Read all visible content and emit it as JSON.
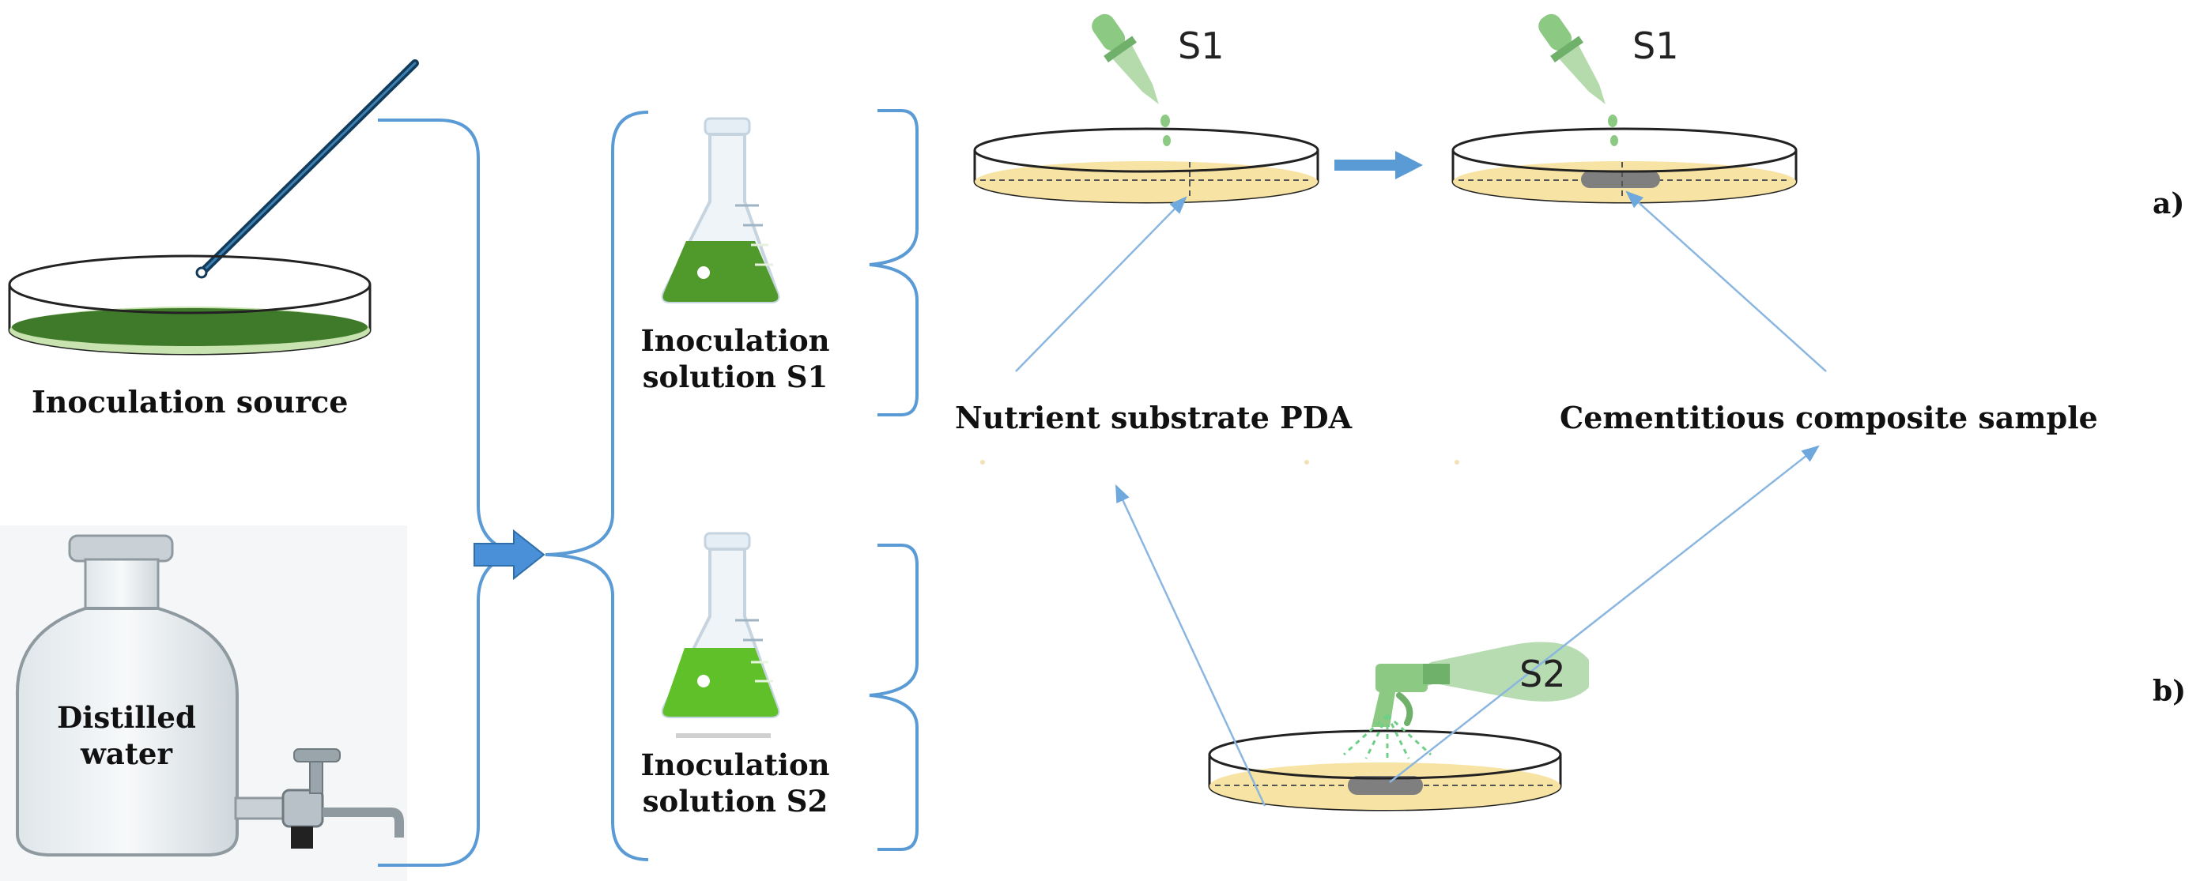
{
  "labels": {
    "inoculation_source": "Inoculation source",
    "distilled_water": "Distilled water",
    "solution_s1": "Inoculation solution S1",
    "solution_s2": "Inoculation solution S2",
    "nutrient_substrate": "Nutrient substrate PDA",
    "composite_sample": "Cementitious composite sample",
    "pipette_s1_a": "S1",
    "pipette_s1_b": "S1",
    "spray_s2": "S2",
    "row_a": "a)",
    "row_b": "b)"
  },
  "colors": {
    "bracket": "#5b9bd5",
    "arrow_fill": "#4a90d9",
    "agar": "#f7e3a3",
    "culture_green": "#3f7a2a",
    "solution_green_1": "#4f9a2a",
    "solution_green_2": "#5fc02a",
    "sample_gray": "#7f7f7f",
    "tool_green": "#8cc983"
  }
}
